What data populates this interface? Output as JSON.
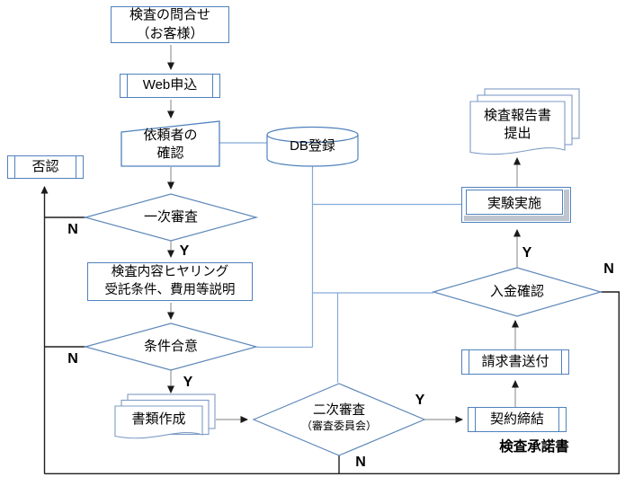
{
  "diagram_type": "flowchart",
  "colors": {
    "shape_border": "#4f81bd",
    "flow_line": "#999999",
    "reject_line": "#1f1f1f",
    "db_line": "#85abd6",
    "bevel_shadow": "#bfc5cf",
    "text": "#000000"
  },
  "nodes": {
    "inquiry": {
      "type": "process",
      "label": "検査の問合せ\n（お客様）"
    },
    "web_apply": {
      "type": "predefined-process",
      "label": "Web申込"
    },
    "requester_confirm": {
      "type": "manual-input",
      "label": "依頼者の\n確認"
    },
    "db_register": {
      "type": "database",
      "label": "DB登録"
    },
    "denial": {
      "type": "predefined-process",
      "label": "否認"
    },
    "first_review": {
      "type": "decision",
      "label": "一次審査"
    },
    "hearing": {
      "type": "process",
      "label": "検査内容ヒヤリング\n受託条件、費用等説明"
    },
    "condition_agree": {
      "type": "decision",
      "label": "条件合意"
    },
    "doc_create": {
      "type": "multi-document",
      "label": "書類作成"
    },
    "second_review": {
      "type": "decision",
      "label": "二次審査",
      "sublabel": "（審査委員会）"
    },
    "contract": {
      "type": "predefined-process",
      "label": "契約締結"
    },
    "consent_note": {
      "type": "text",
      "label": "検査承諾書"
    },
    "invoice": {
      "type": "predefined-process",
      "label": "請求書送付"
    },
    "payment_check": {
      "type": "decision",
      "label": "入金確認"
    },
    "experiment": {
      "type": "process-3d",
      "label": "実験実施"
    },
    "report": {
      "type": "multi-document",
      "label": "検査報告書\n提出"
    }
  },
  "branch_labels": {
    "first_review_n": "N",
    "first_review_y": "Y",
    "condition_agree_n": "N",
    "condition_agree_y": "Y",
    "second_review_y": "Y",
    "second_review_n": "N",
    "payment_check_y": "Y",
    "payment_check_n": "N"
  }
}
